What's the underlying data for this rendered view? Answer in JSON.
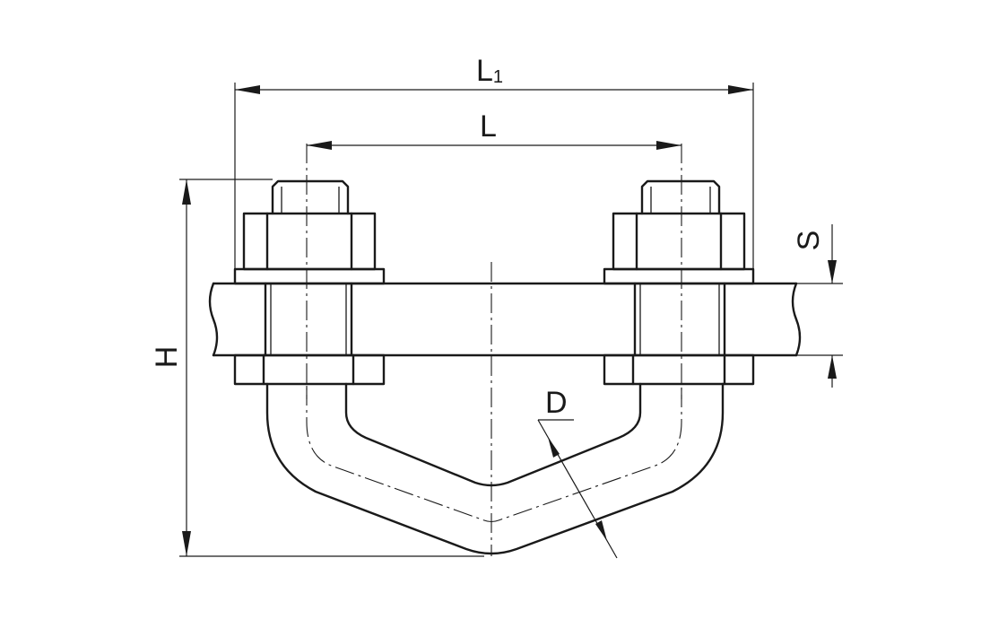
{
  "dimensions": {
    "overall_length": {
      "symbol": "L",
      "subscript": "1"
    },
    "bolt_spacing": {
      "symbol": "L"
    },
    "height": {
      "symbol": "H"
    },
    "plate_thickness": {
      "symbol": "S"
    },
    "rod_diameter": {
      "symbol": "D"
    }
  }
}
